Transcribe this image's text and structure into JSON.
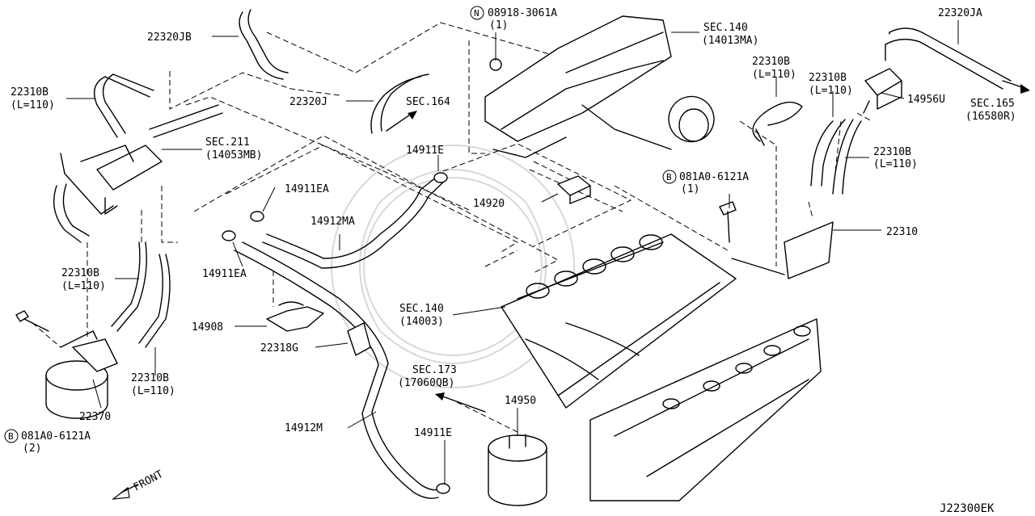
{
  "diagram_code": "J22300EK",
  "front_label": "FRONT",
  "labels": {
    "22320JB": "22320JB",
    "22320JA": "22320JA",
    "22320J": "22320J",
    "sec164": "SEC.164",
    "p08918_a": "08918-3061A",
    "p08918_b": "(1)",
    "sec140a": "SEC.140",
    "sec140a_b": "(14013MA)",
    "h22310b_tl_a": "22310B",
    "h22310b_tl_b": "(L=110)",
    "sec211_a": "SEC.211",
    "sec211_b": "(14053MB)",
    "h22310b_top_a": "22310B",
    "h22310b_top_b": "(L=110)",
    "h22310b_r1_a": "22310B",
    "h22310b_r1_b": "(L=110)",
    "p14956u": "14956U",
    "sec165_a": "SEC.165",
    "sec165_b": "(16580R)",
    "h22310b_r2_a": "22310B",
    "h22310b_r2_b": "(L=110)",
    "p14911e_top": "14911E",
    "p14920": "14920",
    "bolt_r_a": "081A0-6121A",
    "bolt_r_b": "(1)",
    "p22310": "22310",
    "p14911ea_top": "14911EA",
    "p14912ma": "14912MA",
    "p14911ea_bot": "14911EA",
    "h22310b_l_a": "22310B",
    "h22310b_l_b": "(L=110)",
    "p14908": "14908",
    "p22318g": "22318G",
    "sec140b_a": "SEC.140",
    "sec140b_b": "(14003)",
    "sec173_a": "SEC.173",
    "sec173_b": "(17060QB)",
    "h22310b_bl_a": "22310B",
    "h22310b_bl_b": "(L=110)",
    "p22370": "22370",
    "bolt_l_a": "081A0-6121A",
    "bolt_l_b": "(2)",
    "p14950": "14950",
    "p14912m": "14912M",
    "p14911e_bot": "14911E",
    "circle_n": "N",
    "circle_b": "B"
  }
}
